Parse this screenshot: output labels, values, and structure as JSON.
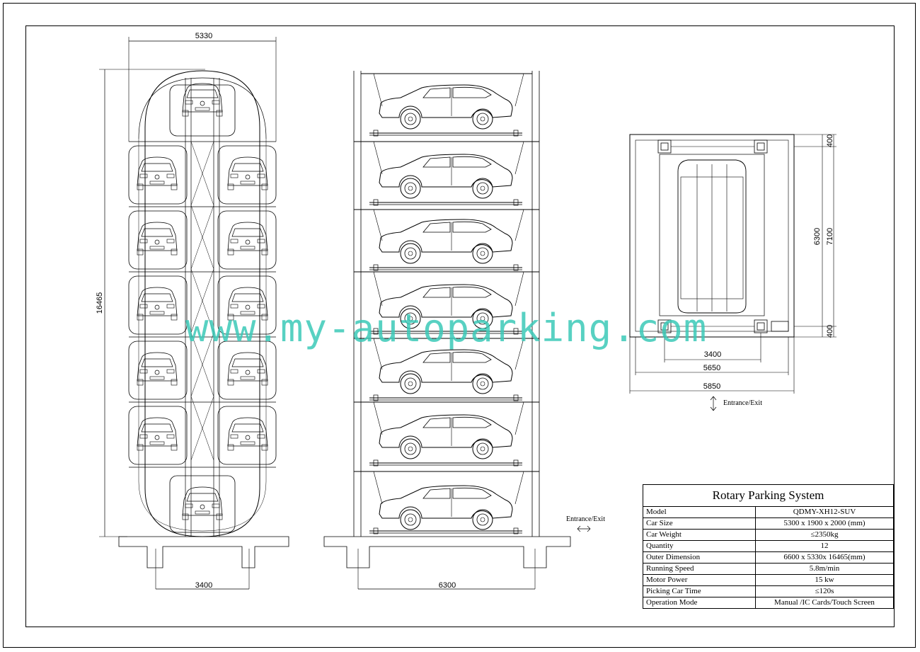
{
  "watermark": "www.my-autoparking.com",
  "dimensions": {
    "front_width": "5330",
    "front_height": "16465",
    "front_base": "3400",
    "side_base": "6300",
    "plan_top": "400",
    "plan_mid": "6300",
    "plan_total": "7100",
    "plan_bottom": "400",
    "plan_w1": "3400",
    "plan_w2": "5650",
    "plan_w3": "5850"
  },
  "labels": {
    "entrance_side": "Entrance/Exit",
    "entrance_plan": "Entrance/Exit"
  },
  "spec_table": {
    "title": "Rotary Parking System",
    "rows": [
      {
        "key": "Model",
        "value": "QDMY-XH12-SUV"
      },
      {
        "key": "Car Size",
        "value": "5300 x 1900 x 2000 (mm)"
      },
      {
        "key": "Car Weight",
        "value": "≤2350kg"
      },
      {
        "key": "Quantity",
        "value": "12"
      },
      {
        "key": "Outer Dimension",
        "value": "6600 x 5330x 16465(mm)"
      },
      {
        "key": "Running Speed",
        "value": "5.8m/min"
      },
      {
        "key": "Motor Power",
        "value": "15 kw"
      },
      {
        "key": "Picking Car Time",
        "value": "≤120s"
      },
      {
        "key": "Operation Mode",
        "value": "Manual /IC Cards/Touch Screen"
      }
    ]
  }
}
